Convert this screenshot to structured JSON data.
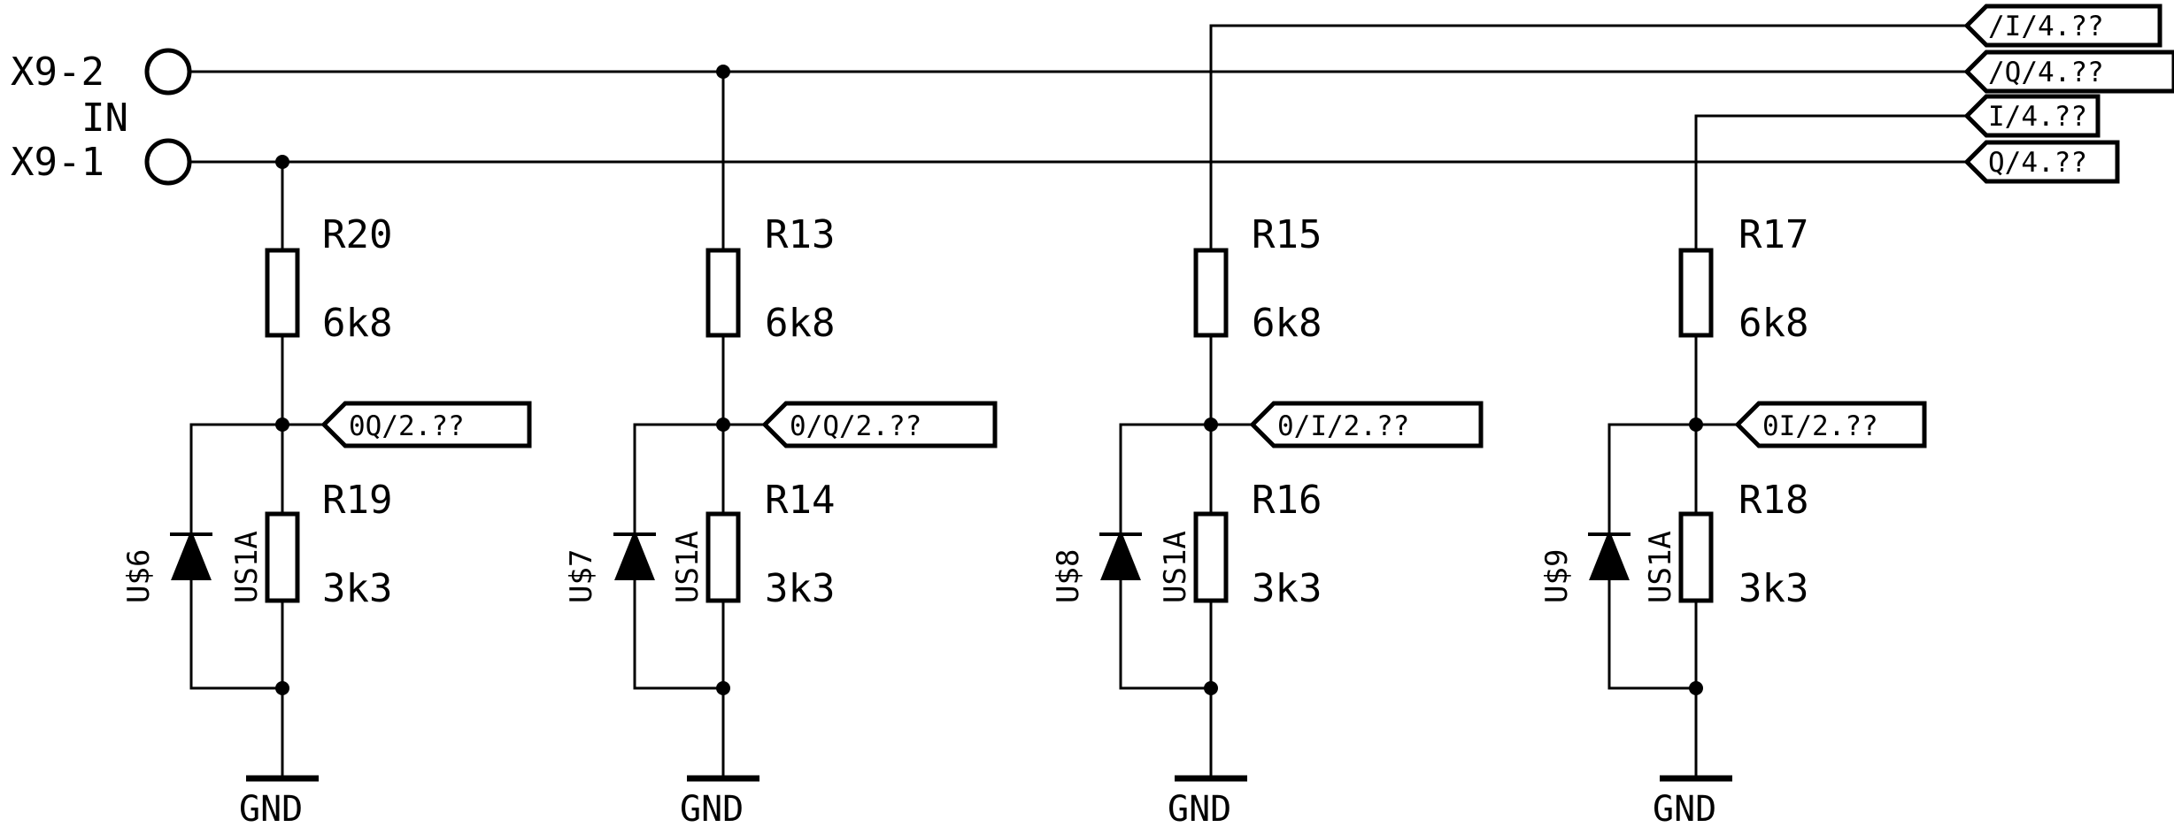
{
  "inputs": {
    "x9_2": "X9-2",
    "in": "IN",
    "x9_1": "X9-1"
  },
  "net_flags": {
    "bus_i_inv": "/I/4.??",
    "bus_q_inv": "/Q/4.??",
    "bus_i": "I/4.??",
    "bus_q": "Q/4.??"
  },
  "branches": [
    {
      "r_top": "R20",
      "r_top_val": "6k8",
      "flag": "0Q/2.??",
      "r_bot": "R19",
      "r_bot_val": "3k3",
      "diode": "U$6",
      "part": "US1A",
      "gnd": "GND"
    },
    {
      "r_top": "R13",
      "r_top_val": "6k8",
      "flag": "0/Q/2.??",
      "r_bot": "R14",
      "r_bot_val": "3k3",
      "diode": "U$7",
      "part": "US1A",
      "gnd": "GND"
    },
    {
      "r_top": "R15",
      "r_top_val": "6k8",
      "flag": "0/I/2.??",
      "r_bot": "R16",
      "r_bot_val": "3k3",
      "diode": "U$8",
      "part": "US1A",
      "gnd": "GND"
    },
    {
      "r_top": "R17",
      "r_top_val": "6k8",
      "flag": "0I/2.??",
      "r_bot": "R18",
      "r_bot_val": "3k3",
      "diode": "U$9",
      "part": "US1A",
      "gnd": "GND"
    }
  ]
}
